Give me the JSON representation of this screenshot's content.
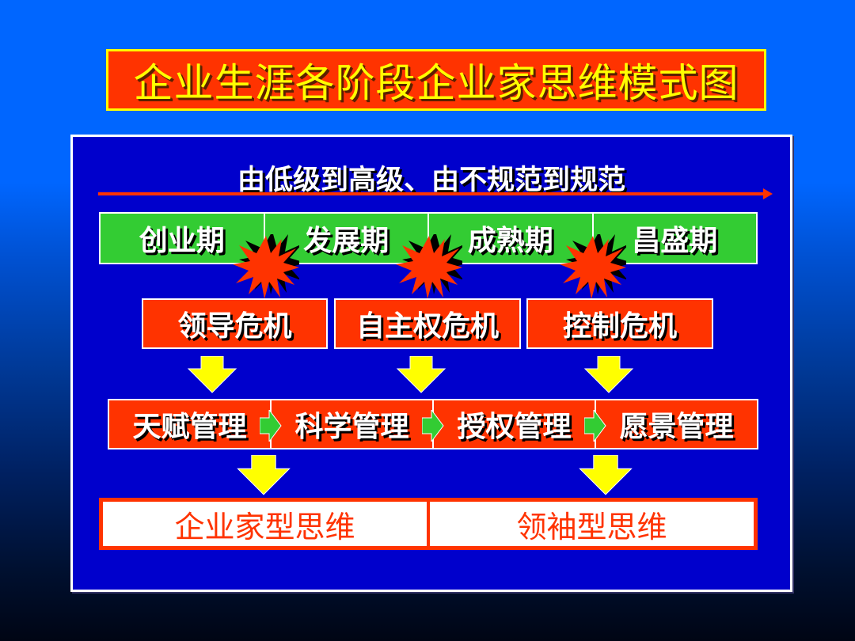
{
  "title": "企业生涯各阶段企业家思维模式图",
  "subtitle": "由低级到高级、由不规范到规范",
  "colors": {
    "background_top": "#0066ff",
    "background_bottom": "#000514",
    "panel": "#0000cc",
    "title_fill": "#ff3300",
    "title_text": "#ffff00",
    "stage_fill": "#33cc33",
    "crisis_fill": "#ff3300",
    "arrow_yellow": "#ffff00",
    "chevron_green": "#33cc33",
    "mindset_text": "#ff3300"
  },
  "stages": [
    {
      "label": "创业期"
    },
    {
      "label": "发展期"
    },
    {
      "label": "成熟期"
    },
    {
      "label": "昌盛期"
    }
  ],
  "transition_icons": [
    "explosion-icon",
    "explosion-icon",
    "explosion-icon"
  ],
  "crises": [
    {
      "label": "领导危机"
    },
    {
      "label": "自主权危机"
    },
    {
      "label": "控制危机"
    }
  ],
  "management_styles": [
    {
      "label": "天赋管理"
    },
    {
      "label": "科学管理"
    },
    {
      "label": "授权管理"
    },
    {
      "label": "愿景管理"
    }
  ],
  "mindsets": [
    {
      "label": "企业家型思维"
    },
    {
      "label": "领袖型思维"
    }
  ]
}
